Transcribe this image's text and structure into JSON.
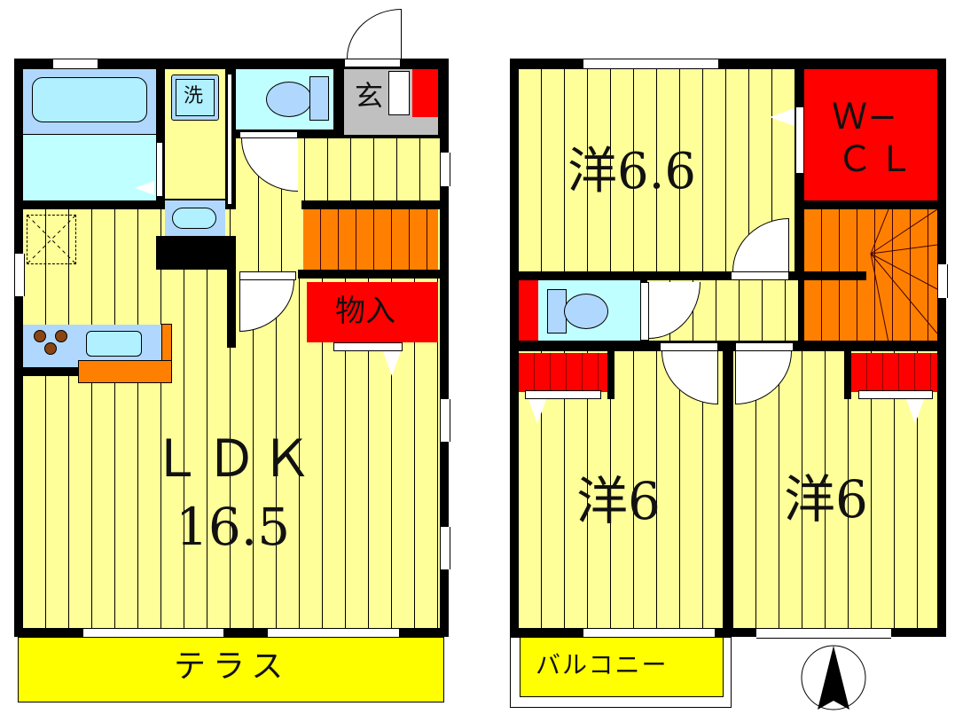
{
  "floorplan": {
    "floor1": {
      "ldk": {
        "line1": "ＬＤＫ",
        "line2": "16.5"
      },
      "storage": "物入",
      "washer": "洗",
      "entrance": "玄",
      "terrace": "テラス"
    },
    "floor2": {
      "bedroom_top": "洋6.6",
      "wcl_line1": "Ｗ−",
      "wcl_line2": "ＣＬ",
      "bedroom_left": "洋6",
      "bedroom_right": "洋6",
      "balcony": "バルコニー"
    },
    "compass": {
      "direction": "N",
      "icon": "north-arrow-icon"
    }
  },
  "colors": {
    "wall": "#000000",
    "floor": "#ffff99",
    "wet_area": "#c0ffff",
    "fixture": "#b0d8ff",
    "stairs": "#ff8000",
    "closet": "#ff0000",
    "entrance": "#c0c0c0",
    "terrace": "#ffff00"
  }
}
